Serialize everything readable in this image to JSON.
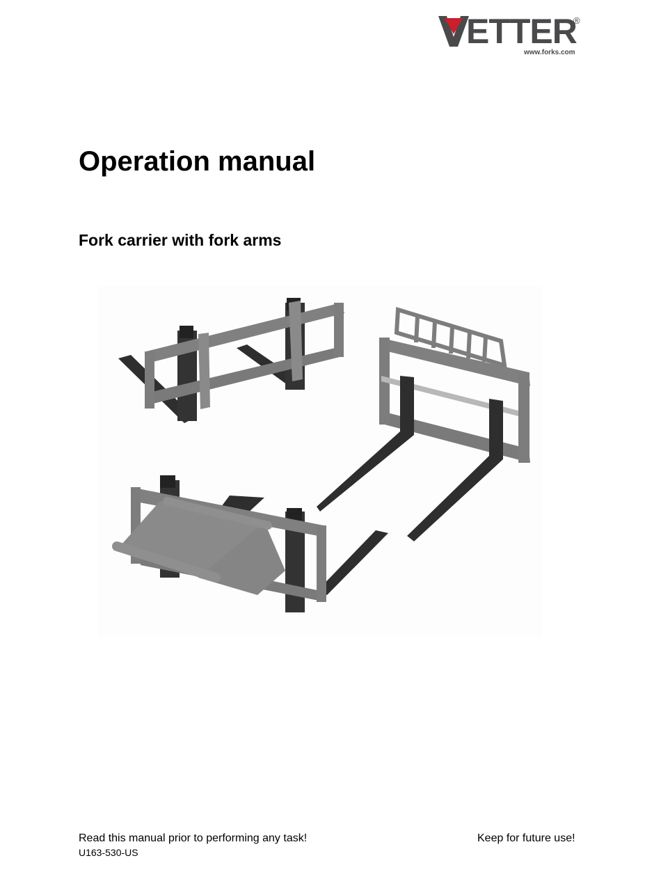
{
  "header": {
    "logo": {
      "brand": "ETTER",
      "brand_full": "VETTER",
      "registered_mark": "®",
      "website": "www.forks.com",
      "accent_color": "#cc1f2d",
      "text_color": "#4a4a4c"
    }
  },
  "main": {
    "title": "Operation manual",
    "subtitle": "Fork carrier with fork arms",
    "figure": {
      "description": "Three fork carrier variants with fork arms",
      "items": [
        "fork-carrier-top-left",
        "fork-carrier-with-guard-right",
        "fork-carrier-with-coupler-bottom"
      ],
      "frame_color": "#7d7d7d",
      "fork_color": "#2e2e2e"
    }
  },
  "footer": {
    "instruction": "Read this manual prior to performing any task!",
    "keep_note": "Keep for future use!",
    "document_code": "U163-530-US"
  }
}
